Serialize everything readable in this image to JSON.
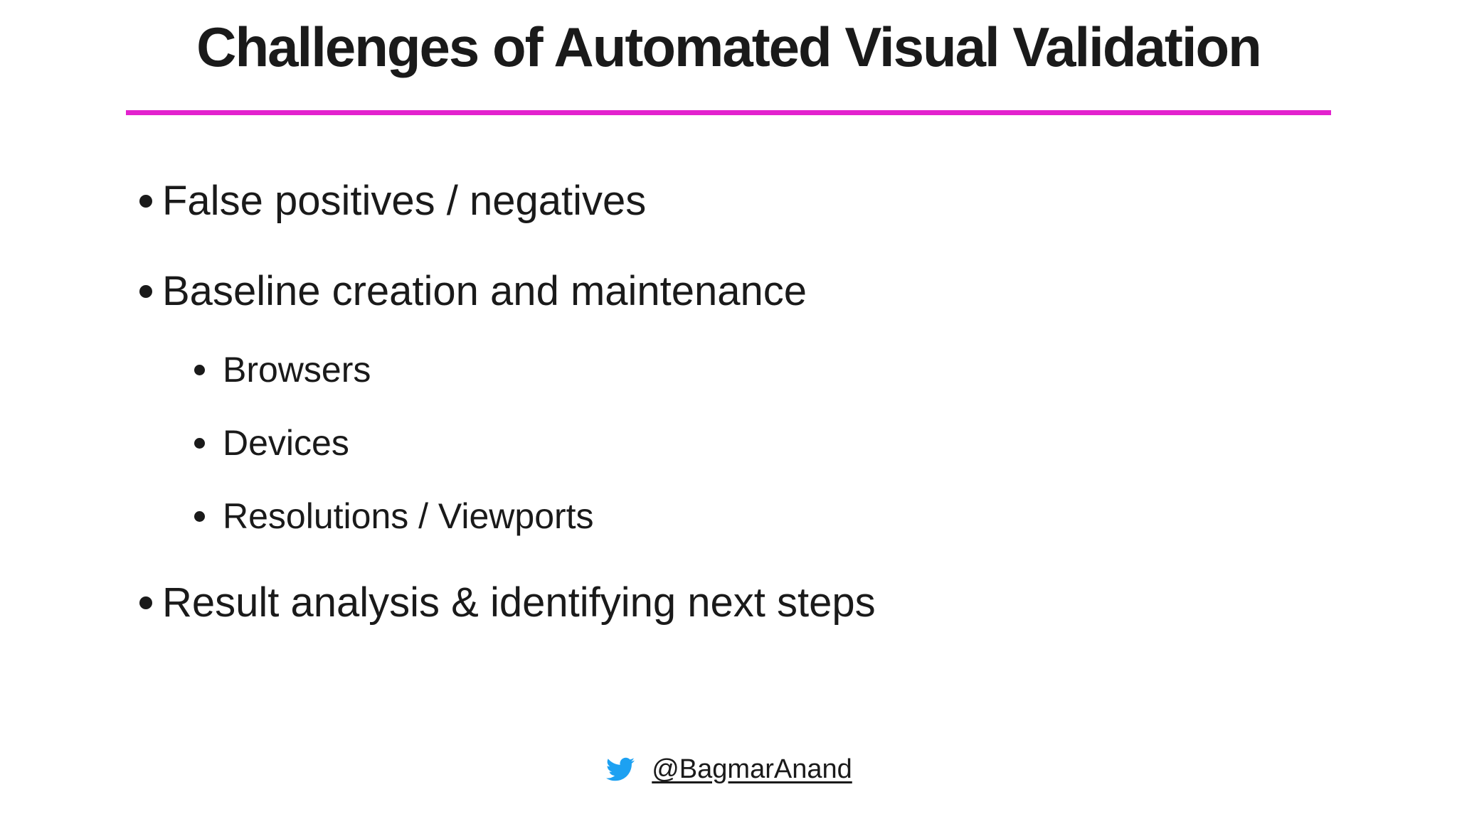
{
  "slide": {
    "title": "Challenges of Automated Visual Validation",
    "bullets": [
      {
        "label": "False positives / negatives",
        "children": []
      },
      {
        "label": "Baseline creation and maintenance",
        "children": [
          "Browsers",
          "Devices",
          "Resolutions / Viewports"
        ]
      },
      {
        "label": "Result analysis & identifying next steps",
        "children": []
      }
    ],
    "footer": {
      "icon": "twitter-bird-icon",
      "handle": "@BagmarAnand"
    },
    "colors": {
      "accent_line": "#E322CE",
      "twitter_blue": "#1DA1F2",
      "text": "#1A1A1A",
      "background": "#FFFFFF"
    }
  }
}
